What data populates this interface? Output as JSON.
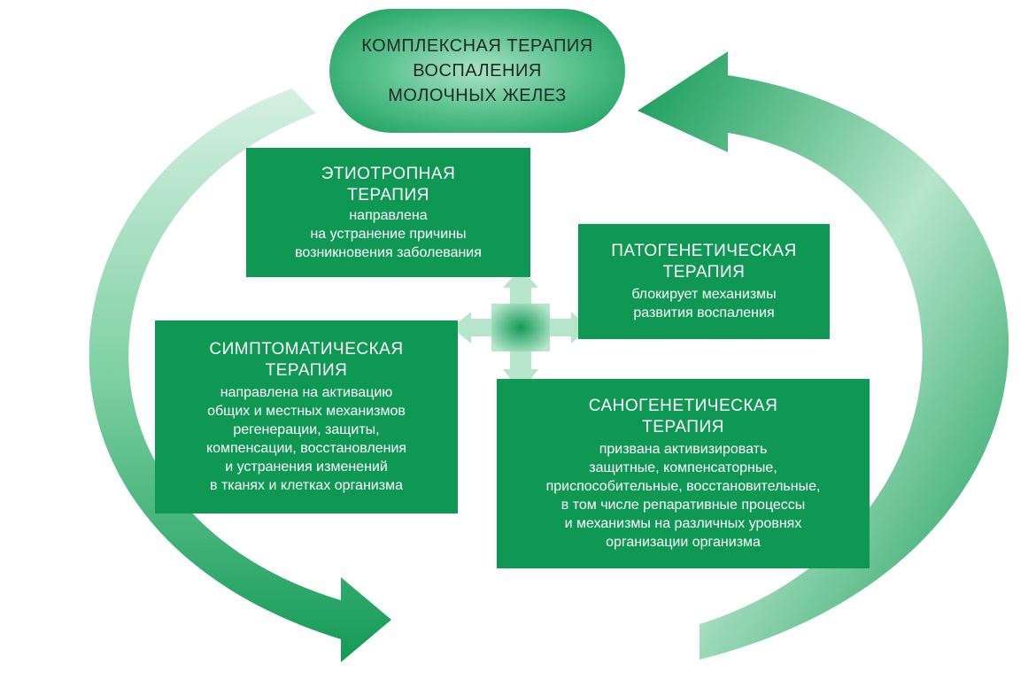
{
  "title": {
    "lines": [
      "КОМПЛЕКСНАЯ ТЕРАПИЯ",
      "ВОСПАЛЕНИЯ",
      "МОЛОЧНЫХ ЖЕЛЕЗ"
    ]
  },
  "boxes": {
    "etiotropic": {
      "title": [
        "ЭТИОТРОПНАЯ",
        "ТЕРАПИЯ"
      ],
      "desc": [
        "направлена",
        "на устранение причины",
        "возникновения заболевания"
      ]
    },
    "pathogenetic": {
      "title": [
        "ПАТОГЕНЕТИЧЕСКАЯ",
        "ТЕРАПИЯ"
      ],
      "desc": [
        "блокирует механизмы",
        "развития воспаления"
      ]
    },
    "symptomatic": {
      "title": [
        "СИМПТОМАТИЧЕСКАЯ",
        "ТЕРАПИЯ"
      ],
      "desc": [
        "направлена на активацию",
        "общих и местных механизмов",
        "регенерации, защиты,",
        "компенсации, восстановления",
        "и устранения изменений",
        "в тканях и клетках организма"
      ]
    },
    "sanogenetic": {
      "title": [
        "САНОГЕНЕТИЧЕСКАЯ",
        "ТЕРАПИЯ"
      ],
      "desc": [
        "призвана активизировать",
        "защитные, компенсаторные,",
        "приспособительные, восстановительные,",
        "в том числе репаративные процессы",
        "и механизмы на различных уровнях",
        "организации организма"
      ]
    }
  },
  "colors": {
    "box": "#0e9853",
    "arrow_light": "#cfeedd",
    "arrow_dark": "#129a56"
  }
}
